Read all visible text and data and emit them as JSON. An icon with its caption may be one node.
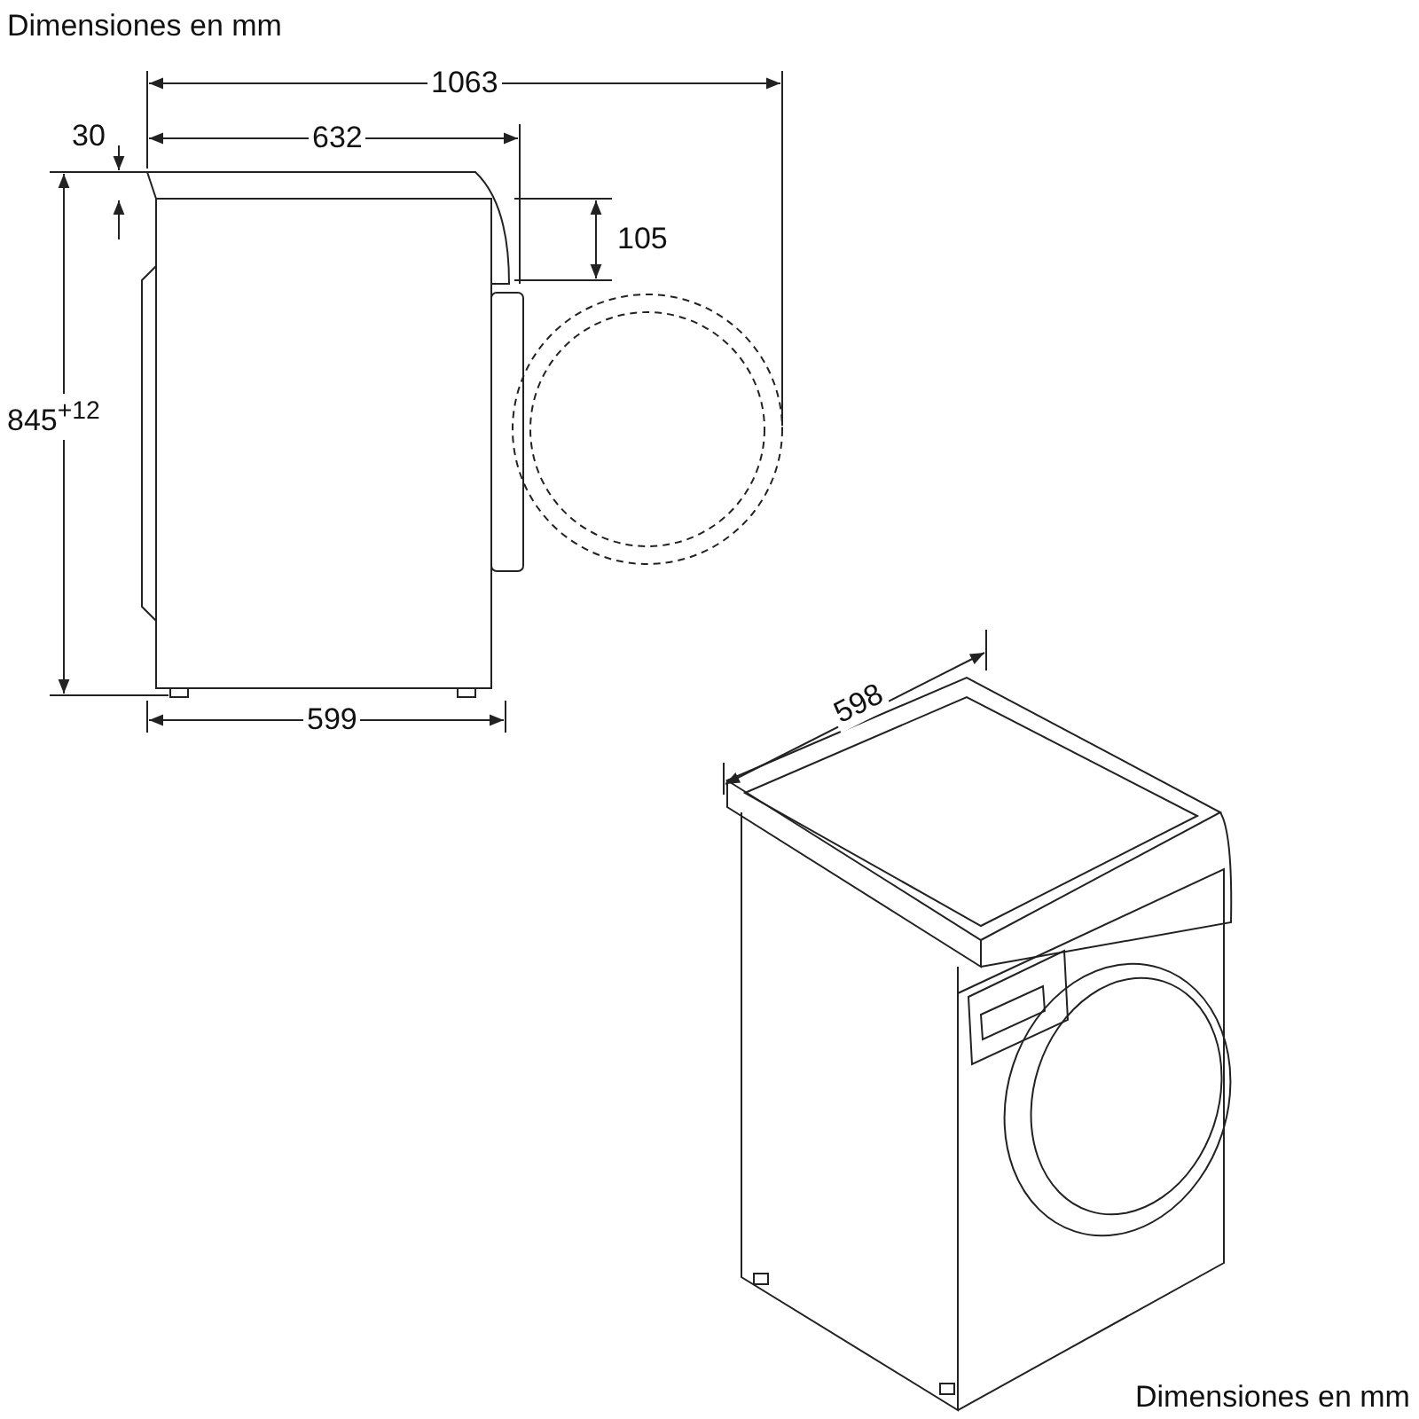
{
  "diagram": {
    "labels": [
      "Dimensiones en mm",
      "1063",
      "30",
      "632",
      "105",
      "845$^{+12}$",
      "599",
      "598",
      "Dimensiones en mm"
    ]
  }
}
